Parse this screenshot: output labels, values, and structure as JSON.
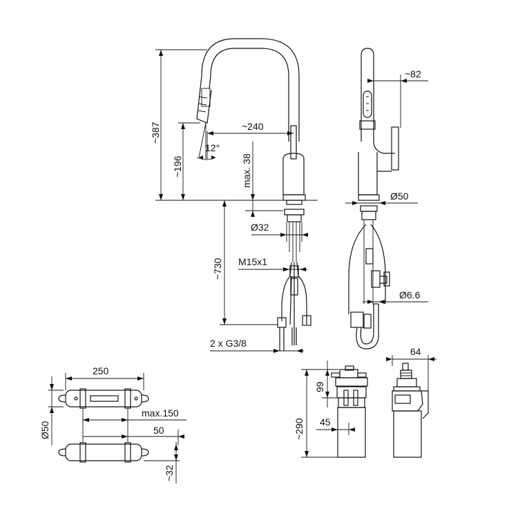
{
  "dimensions": {
    "total_height": "~387",
    "reach": "~240",
    "spout_height": "~196",
    "tilt_angle": "12°",
    "max_deck": "max. 38",
    "hole_diameter": "Ø32",
    "hose_length": "~730",
    "thread": "M15x1",
    "connections": "2 x G3/8",
    "side_depth": "~82",
    "base_diameter": "Ø50",
    "pipe_diameter": "Ø6.6",
    "valve_length": "250",
    "valve_diameter": "Ø50",
    "max_spacing": "max.150",
    "bracket_width": "50",
    "bracket_offset": "~32",
    "filter_height": "~290",
    "filter_top": "99",
    "filter_offset": "45",
    "filter_depth": "64"
  }
}
